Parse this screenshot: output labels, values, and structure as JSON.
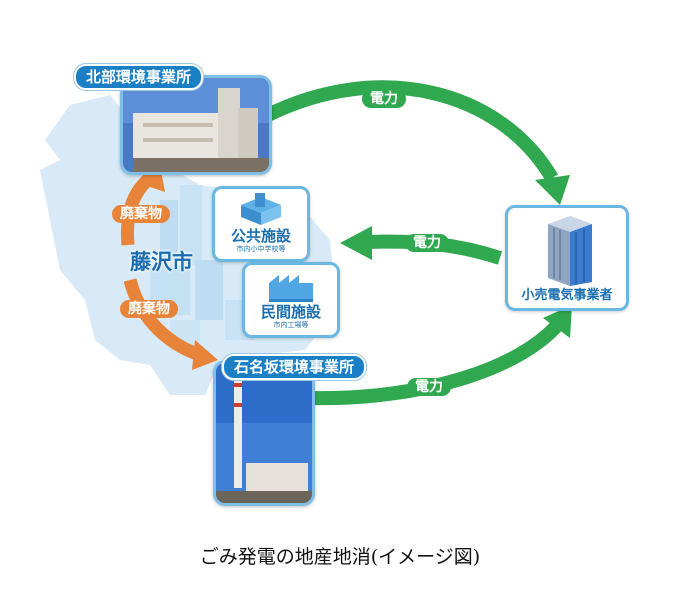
{
  "northern_plant": {
    "label": "北部環境事業所"
  },
  "ishinazaka_plant": {
    "label": "石名坂環境事業所"
  },
  "retailer": {
    "label": "小売電気事業者"
  },
  "city": {
    "name": "藤沢市"
  },
  "public_facility": {
    "name": "公共施設",
    "sub": "市内小中学校等"
  },
  "private_facility": {
    "name": "民間施設",
    "sub": "市内工場等"
  },
  "arrows": {
    "power_top": "電力",
    "power_middle": "電力",
    "power_bottom": "電力",
    "waste_top": "廃棄物",
    "waste_bottom": "廃棄物"
  },
  "caption": "ごみ発電の地産地消(イメージ図)",
  "colors": {
    "green": "#2fa84f",
    "orange": "#e8833a",
    "blue": "#1a7fc4"
  }
}
